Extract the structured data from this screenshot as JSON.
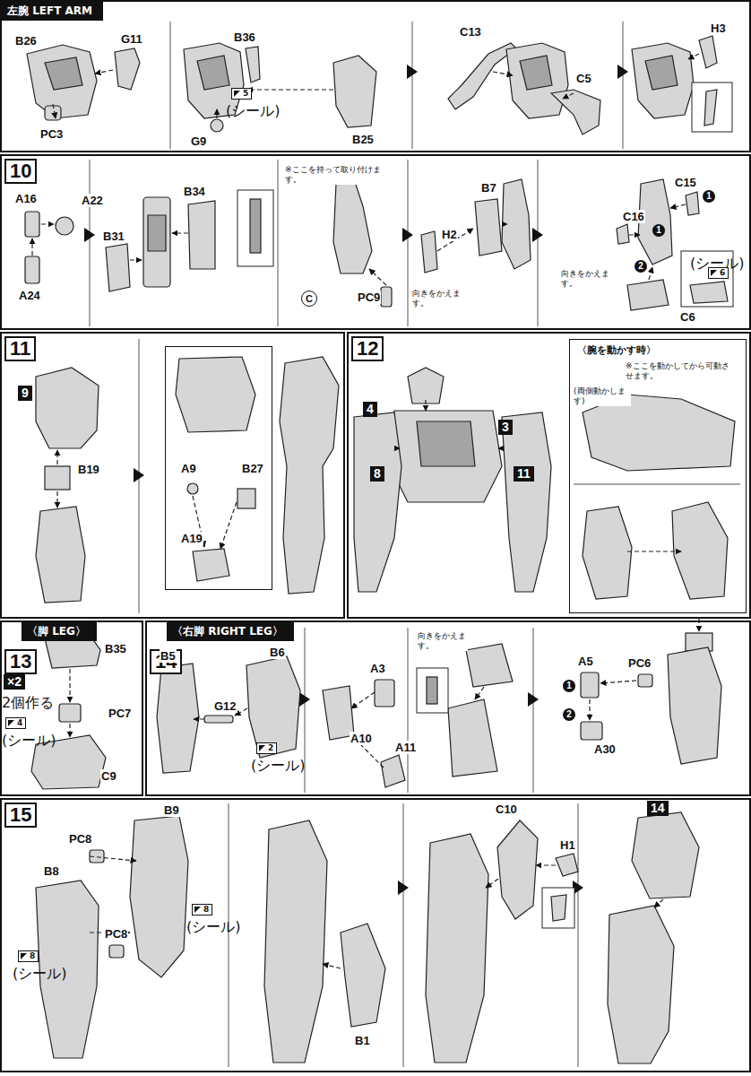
{
  "diagram": {
    "nodes": [
      {
        "text": [
          "左腕 LEFT ARM"
        ]
      },
      {
        "text": [
          "10"
        ]
      },
      {
        "text": [
          "11"
        ]
      },
      {
        "text": [
          "A9",
          "B27",
          "A19"
        ],
        "in": 2
      },
      {
        "text": [
          "12"
        ]
      },
      {
        "text": [
          "〈腕を動かす時〉",
          "※ここを動かしてから可動させます。",
          "(両側動かします)"
        ],
        "in": 4
      },
      {
        "text": [
          "13",
          "〈脚 LEG〉"
        ]
      },
      {
        "text": [
          "14",
          "〈右脚 RIGHT LEG〉"
        ]
      },
      {
        "text": [
          "15"
        ]
      }
    ],
    "labels": [
      "B26",
      "G11",
      "PC3",
      "B36",
      "5",
      "(シール)",
      "G9",
      "B25",
      "C13",
      "C5",
      "H3",
      "A16",
      "A22",
      "A24",
      "B31",
      "B34",
      "※ここを持って取り付けます。",
      "PC9",
      "C",
      "H2",
      "向きをかえます。",
      "B7",
      "向きをかえます。",
      "C15",
      "C16",
      "1",
      "1",
      "2",
      "(シール)",
      "6",
      "C6",
      "9",
      "B19",
      "4",
      "3",
      "8",
      "11",
      "×2",
      "2個作る",
      "B35",
      "4",
      "(シール)",
      "PC7",
      "C9",
      "B5",
      "G12",
      "B6",
      "2",
      "(シール)",
      "A3",
      "A10",
      "A11",
      "向きをかえます。",
      "A5",
      "PC6",
      "1",
      "2",
      "A30",
      "PC8",
      "B9",
      "B8",
      "8",
      "(シール)",
      "8",
      "(シール)",
      "PC8",
      "B1",
      "C10",
      "H1",
      "14"
    ]
  }
}
